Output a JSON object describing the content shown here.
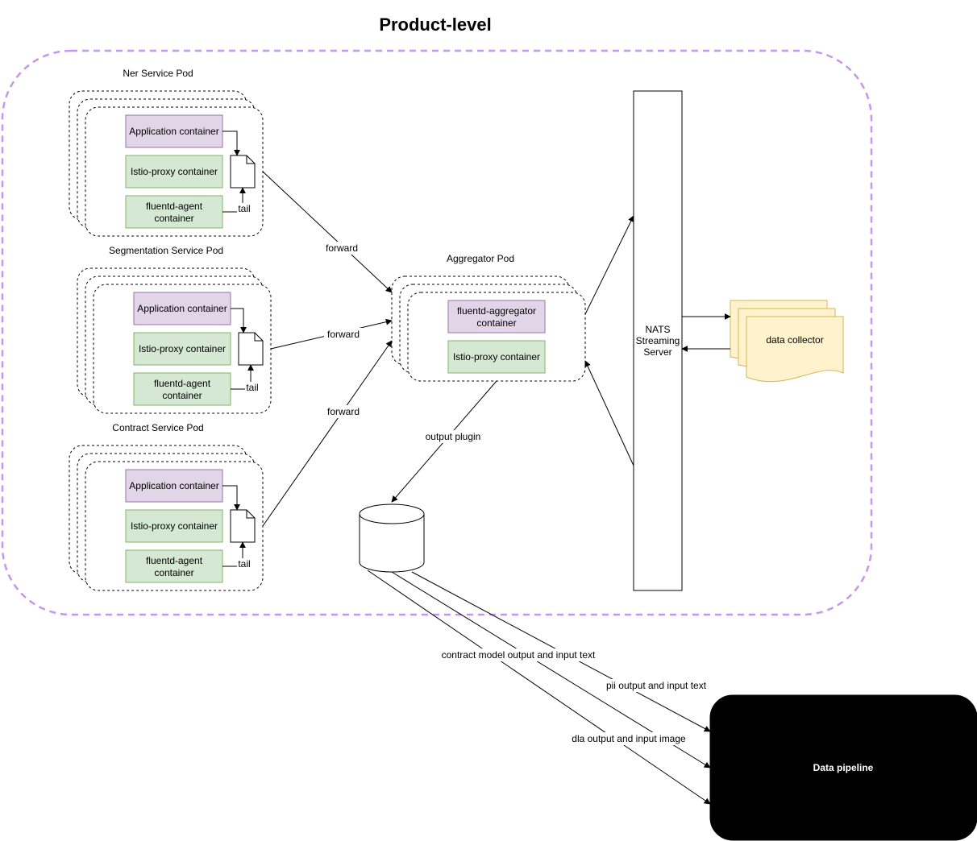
{
  "title": "Product-level",
  "pods": [
    {
      "name": "Ner Service Pod",
      "app_container": "Application container",
      "istio_container": "Istio-proxy container",
      "fluentd_line1": "fluentd-agent",
      "fluentd_line2": "container",
      "tail_label": "tail"
    },
    {
      "name": "Segmentation Service Pod",
      "app_container": "Application container",
      "istio_container": "Istio-proxy container",
      "fluentd_line1": "fluentd-agent",
      "fluentd_line2": "container",
      "tail_label": "tail"
    },
    {
      "name": "Contract Service Pod",
      "app_container": "Application container",
      "istio_container": "Istio-proxy container",
      "fluentd_line1": "fluentd-agent",
      "fluentd_line2": "container",
      "tail_label": "tail"
    }
  ],
  "forward_labels": [
    "forward",
    "forward",
    "forward"
  ],
  "aggregator": {
    "name": "Aggregator Pod",
    "fluentd_line1": "fluentd-aggregator",
    "fluentd_line2": "container",
    "istio_container": "Istio-proxy container"
  },
  "output_plugin_label": "output plugin",
  "nats": {
    "line1": "NATS",
    "line2": "Streaming",
    "line3": "Server"
  },
  "data_collector": "data collector",
  "pipeline": {
    "label": "Data pipeline",
    "contract_label": "contract model output and input text",
    "pii_label": "pii output and input text",
    "dla_label": "dla output and input image"
  },
  "colors": {
    "boundary": "#c496f0",
    "app_fill": "#e1d5e7",
    "app_stroke": "#9673a6",
    "green_fill": "#d5e8d4",
    "green_stroke": "#82b366",
    "doc_fill": "#fff2cc",
    "doc_stroke": "#d6b656",
    "pipeline_fill": "#000000"
  }
}
